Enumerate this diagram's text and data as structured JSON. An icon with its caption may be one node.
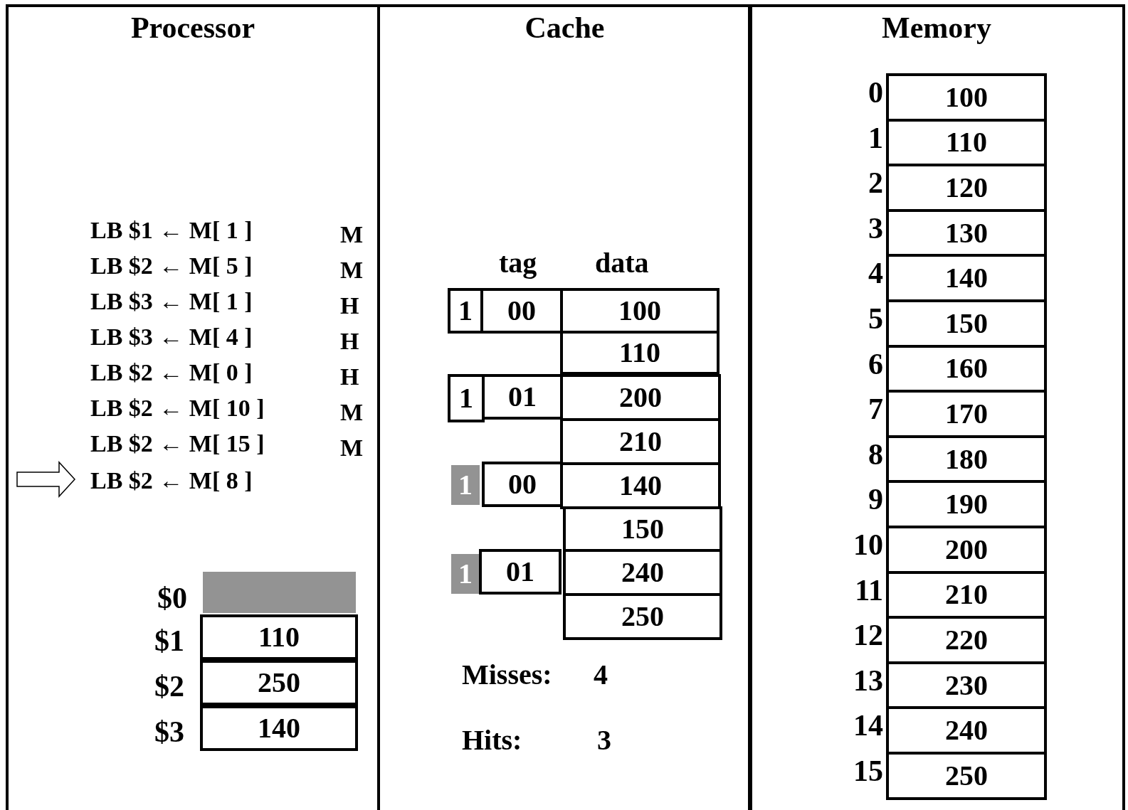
{
  "diagram": {
    "nodes": [
      {
        "text": [
          "Processor"
        ]
      },
      {
        "text": [
          "LB $2 ← M[ 8 ]"
        ],
        "in": 0
      },
      {
        "text": [
          "$0"
        ],
        "in": 0
      },
      {
        "text": [
          "$1",
          "110"
        ],
        "in": 0
      },
      {
        "text": [
          "$2",
          "250"
        ],
        "in": 0
      },
      {
        "text": [
          "$3",
          "140"
        ],
        "in": 0
      },
      {
        "text": [
          "Cache"
        ]
      },
      {
        "text": [
          "1"
        ],
        "in": 6
      },
      {
        "text": [
          "00"
        ],
        "in": 6
      },
      {
        "text": [
          "100"
        ],
        "in": 6
      },
      {
        "text": [
          "110"
        ],
        "in": 6
      },
      {
        "text": [
          "1"
        ],
        "in": 6
      },
      {
        "text": [
          "01"
        ],
        "in": 6
      },
      {
        "text": [
          "200"
        ],
        "in": 6
      },
      {
        "text": [
          "210"
        ],
        "in": 6
      },
      {
        "text": [
          "1"
        ],
        "in": 6
      },
      {
        "text": [
          "00"
        ],
        "in": 6
      },
      {
        "text": [
          "140"
        ],
        "in": 6
      },
      {
        "text": [
          "150"
        ],
        "in": 6
      },
      {
        "text": [
          "1"
        ],
        "in": 6
      },
      {
        "text": [
          "01"
        ],
        "in": 6
      },
      {
        "text": [
          "240"
        ],
        "in": 6
      },
      {
        "text": [
          "250"
        ],
        "in": 6
      },
      {
        "text": [
          "Memory"
        ]
      },
      {
        "text": [
          "0",
          "100"
        ],
        "in": 23
      },
      {
        "text": [
          "1",
          "110"
        ],
        "in": 23
      },
      {
        "text": [
          "2",
          "120"
        ],
        "in": 23
      },
      {
        "text": [
          "3",
          "130"
        ],
        "in": 23
      },
      {
        "text": [
          "4",
          "140"
        ],
        "in": 23
      },
      {
        "text": [
          "5",
          "150"
        ],
        "in": 23
      },
      {
        "text": [
          "6",
          "160"
        ],
        "in": 23
      },
      {
        "text": [
          "7",
          "170"
        ],
        "in": 23
      },
      {
        "text": [
          "8",
          "180"
        ],
        "in": 23
      },
      {
        "text": [
          "9",
          "190"
        ],
        "in": 23
      },
      {
        "text": [
          "10",
          "200"
        ],
        "in": 23
      },
      {
        "text": [
          "11",
          "210"
        ],
        "in": 23
      },
      {
        "text": [
          "12",
          "220"
        ],
        "in": 23
      },
      {
        "text": [
          "13",
          "230"
        ],
        "in": 23
      },
      {
        "text": [
          "14",
          "240"
        ],
        "in": 23
      },
      {
        "text": [
          "15",
          "250"
        ],
        "in": 23
      }
    ],
    "edges": [
      {
        "from": null,
        "to": 1,
        "arrow": "to"
      }
    ],
    "labels": [
      "LB $1 ← M[ 1 ]",
      "M",
      "LB $2 ← M[ 5 ]",
      "M",
      "LB $3 ← M[ 1 ]",
      "H",
      "LB $3 ← M[ 4 ]",
      "H",
      "LB $2 ← M[ 0 ]",
      "H",
      "LB $2 ← M[ 10 ]",
      "M",
      "LB $2 ← M[ 15 ]",
      "M",
      "tag",
      "data",
      "Misses:",
      "4",
      "Hits:",
      "3"
    ]
  }
}
